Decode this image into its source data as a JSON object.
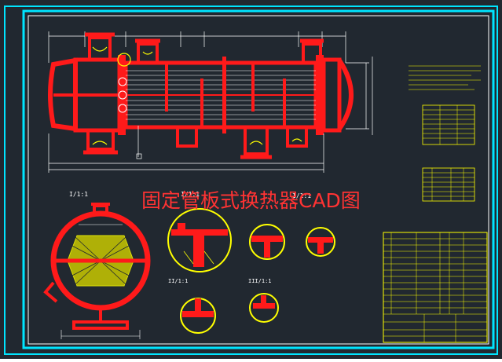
{
  "title": "固定管板式换热器CAD图",
  "views": {
    "section_view": "I/1:1",
    "detail_a": "I/1:1",
    "detail_b": "I/1:1",
    "detail_c": "II/1:1",
    "detail_d": "III/1:1"
  },
  "colors": {
    "background": "#212830",
    "frame": "#00e5ff",
    "vessel": "#ff1a1a",
    "annotation": "#ffff00",
    "lines": "#ffffff",
    "title_text": "#ff3333"
  }
}
